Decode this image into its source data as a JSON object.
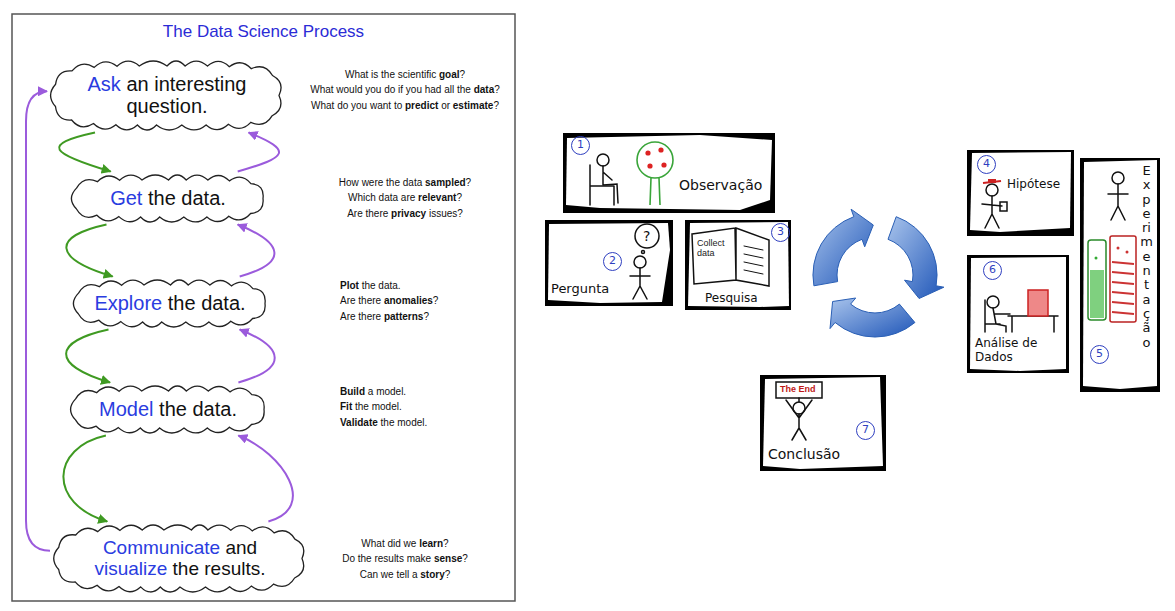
{
  "diagram": {
    "title": "The Data Science Process",
    "nodes": [
      {
        "text": [
          "Ask an interesting question."
        ]
      },
      {
        "text": [
          "Get the data."
        ]
      },
      {
        "text": [
          "Explore the data."
        ]
      },
      {
        "text": [
          "Model the data."
        ]
      },
      {
        "text": [
          "Communicate and visualize the results."
        ]
      },
      {
        "text": [
          "1",
          "Observação"
        ]
      },
      {
        "text": [
          "?",
          "2",
          "Pergunta"
        ]
      },
      {
        "text": [
          "Collect data",
          "3",
          "Pesquisa"
        ]
      },
      {
        "text": [
          "4",
          "Hipótese"
        ]
      },
      {
        "text": [
          "Experimentação",
          "5"
        ]
      },
      {
        "text": [
          "6",
          "Análise de Dados"
        ]
      },
      {
        "text": [
          "The End",
          "7",
          "Conclusão"
        ]
      }
    ],
    "edges": [
      {
        "from": 0,
        "to": 1,
        "arrow": "to"
      },
      {
        "from": 1,
        "to": 0,
        "arrow": "to"
      },
      {
        "from": 1,
        "to": 2,
        "arrow": "to"
      },
      {
        "from": 2,
        "to": 1,
        "arrow": "to"
      },
      {
        "from": 2,
        "to": 3,
        "arrow": "to"
      },
      {
        "from": 3,
        "to": 2,
        "arrow": "to"
      },
      {
        "from": 3,
        "to": 4,
        "arrow": "to"
      },
      {
        "from": 4,
        "to": 3,
        "arrow": "to"
      },
      {
        "from": 4,
        "to": 0,
        "arrow": "to"
      }
    ],
    "labels": [
      "What is the scientific goal?",
      "What would you do if you had all the data?",
      "What do you want to predict or estimate?",
      "How were the data sampled?",
      "Which data are relevant?",
      "Are there privacy issues?",
      "Plot the data.",
      "Are there anomalies?",
      "Are there patterns?",
      "Build a model.",
      "Fit the model.",
      "Validate the model.",
      "What did we learn?",
      "Do the results make sense?",
      "Can we tell a story?"
    ]
  }
}
